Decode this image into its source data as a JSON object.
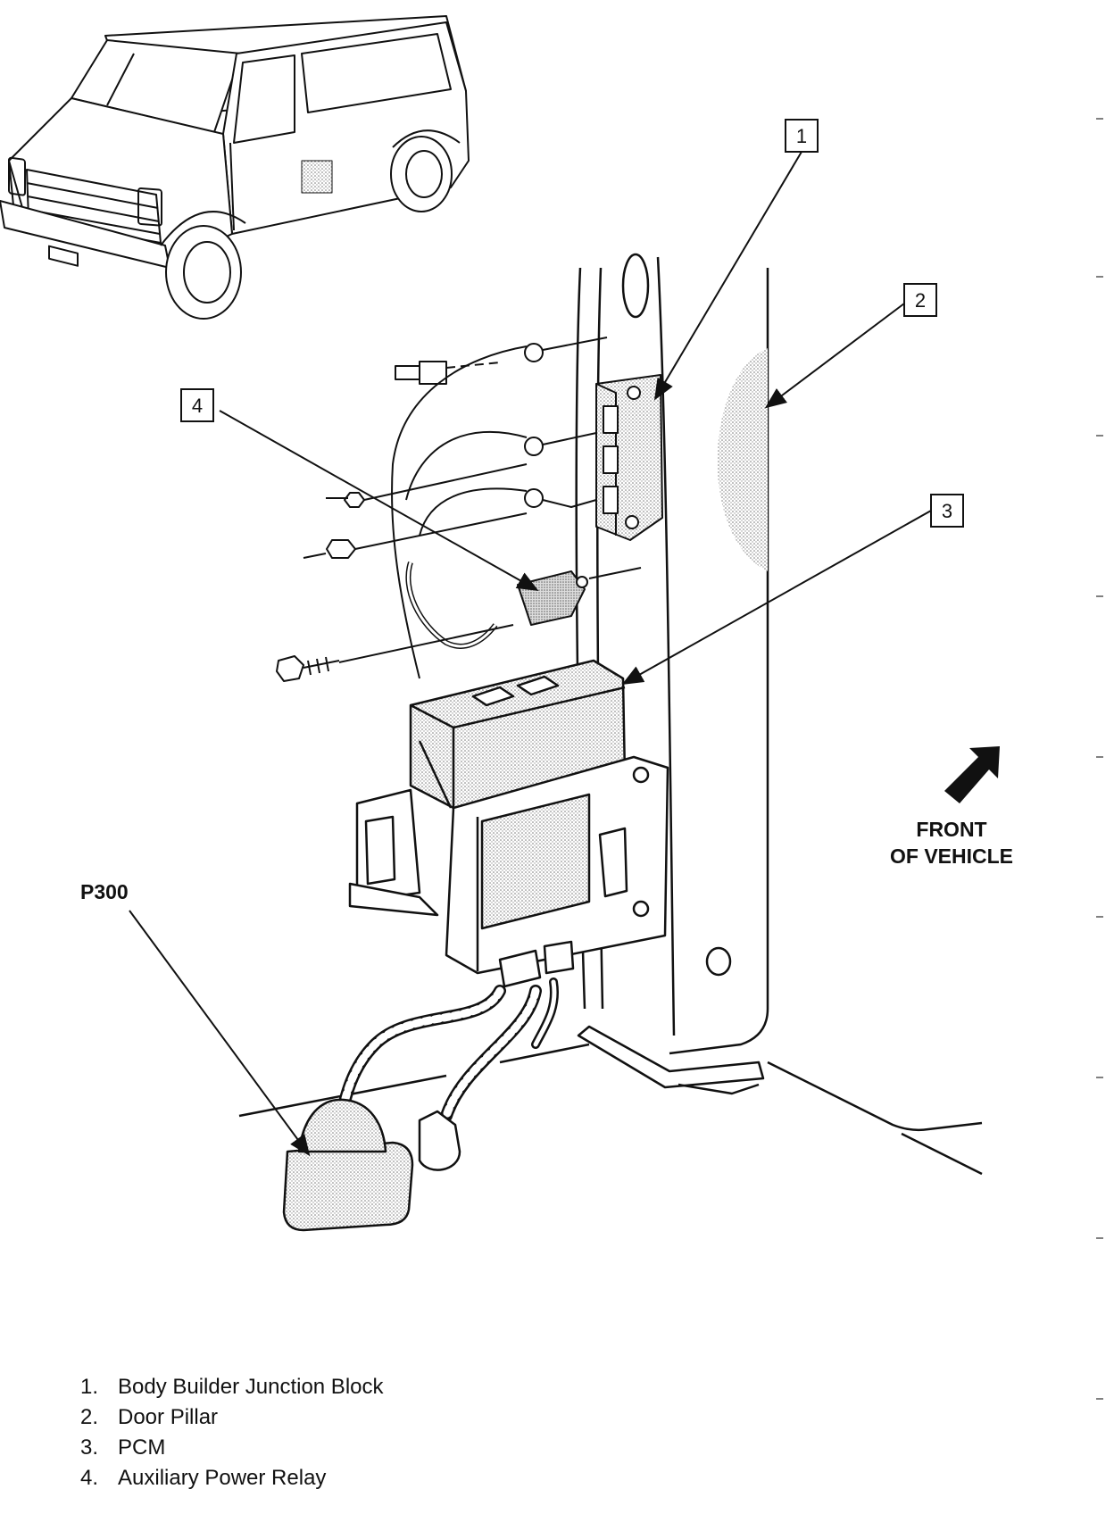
{
  "callouts": [
    {
      "num": "1"
    },
    {
      "num": "2"
    },
    {
      "num": "3"
    },
    {
      "num": "4"
    }
  ],
  "labels": {
    "connector": "P300",
    "front_line1": "FRONT",
    "front_line2": "OF VEHICLE"
  },
  "legend": [
    {
      "num": "1.",
      "text": "Body Builder Junction Block"
    },
    {
      "num": "2.",
      "text": "Door Pillar"
    },
    {
      "num": "3.",
      "text": "PCM"
    },
    {
      "num": "4.",
      "text": "Auxiliary Power Relay"
    }
  ]
}
